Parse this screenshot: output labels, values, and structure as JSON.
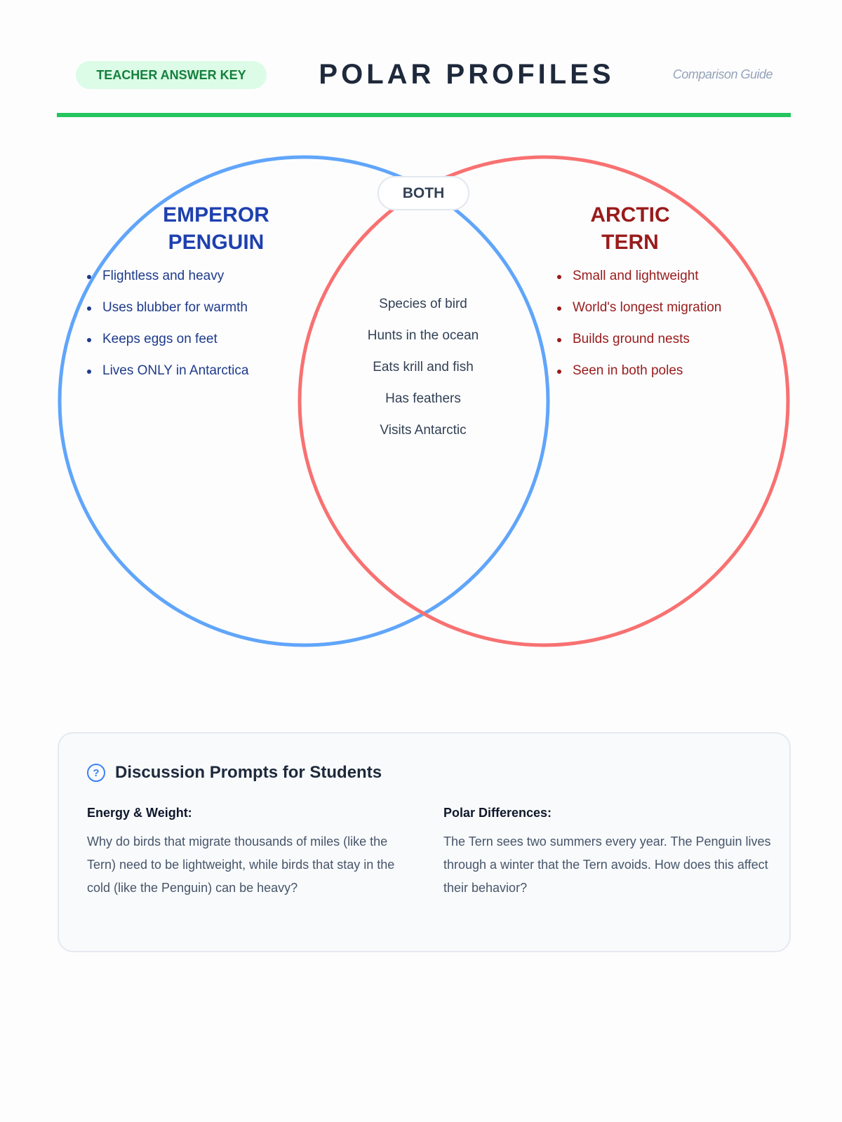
{
  "header": {
    "badge": "TEACHER ANSWER KEY",
    "title": "POLAR PROFILES",
    "subtitle": "Comparison Guide"
  },
  "colors": {
    "accent": "#22c55e",
    "penguin": "#60a5fa",
    "tern": "#f87171"
  },
  "venn": {
    "both_label": "BOTH",
    "penguin": {
      "title_line1": "EMPEROR",
      "title_line2": "PENGUIN",
      "items": [
        "Flightless and heavy",
        "Uses blubber for warmth",
        "Keeps eggs on feet",
        "Lives ONLY in Antarctica"
      ]
    },
    "tern": {
      "title_line1": "ARCTIC",
      "title_line2": "TERN",
      "items": [
        "Small and lightweight",
        "World's longest migration",
        "Builds ground nests",
        "Seen in both poles"
      ]
    },
    "shared": [
      "Species of bird",
      "Hunts in the ocean",
      "Eats krill and fish",
      "Has feathers",
      "Visits Antarctic"
    ]
  },
  "discussion": {
    "icon": "question-circle-icon",
    "title": "Discussion Prompts for Students",
    "prompts": [
      {
        "heading": "Energy & Weight:",
        "text": "Why do birds that migrate thousands of miles (like the Tern) need to be lightweight, while birds that stay in the cold (like the Penguin) can be heavy?"
      },
      {
        "heading": "Polar Differences:",
        "text": "The Tern sees two summers every year. The Penguin lives through a winter that the Tern avoids. How does this affect their behavior?"
      }
    ]
  }
}
